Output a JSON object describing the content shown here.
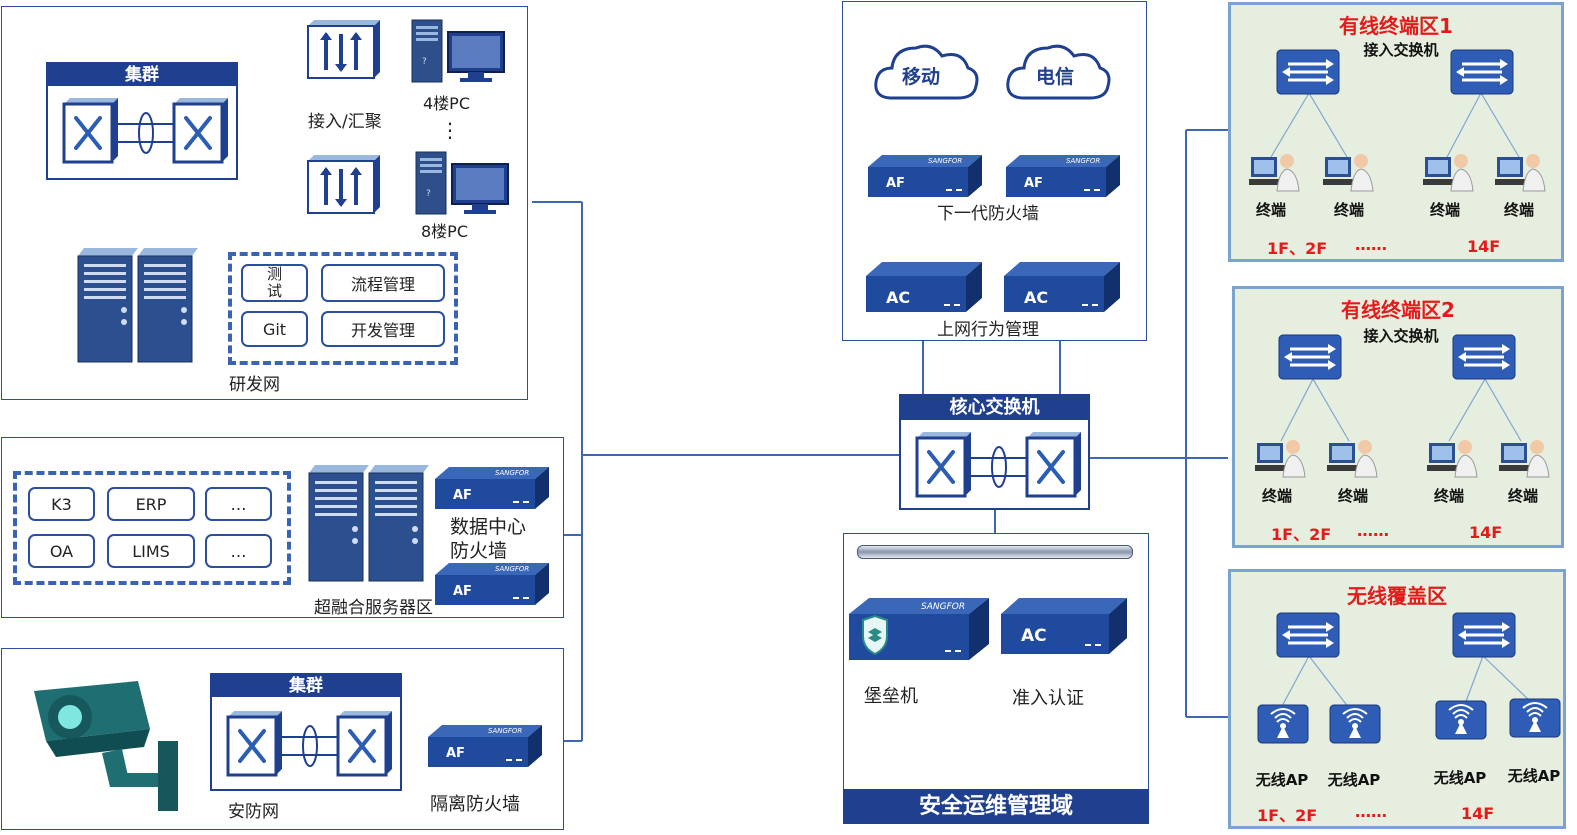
{
  "colors": {
    "accent": "#1f3f8f",
    "line": "#3e66b3",
    "zone_bg": "#e6efdf",
    "alert_red": "#e41b1b"
  },
  "rd_net": {
    "cluster_title": "集群",
    "access_label": "接入/汇聚",
    "pc4_label": "4楼PC",
    "ellipsis_v": "⋮",
    "pc8_label": "8楼PC",
    "services": [
      "测\n试",
      "流程管理",
      "Git",
      "开发管理"
    ],
    "zone_label": "研发网"
  },
  "server_zone": {
    "apps": [
      "K3",
      "ERP",
      "…",
      "OA",
      "LIMS",
      "…"
    ],
    "dc_fw_label": "数据中心\n防火墙",
    "zone_label": "超融合服务器区",
    "af_text": "AF"
  },
  "security_net": {
    "cluster_title": "集群",
    "zone_label": "安防网",
    "fw_label": "隔离防火墙",
    "af_text": "AF"
  },
  "internet": {
    "isp1": "移动",
    "isp2": "电信",
    "af_text": "AF",
    "ngfw_label": "下一代防火墙",
    "ac_text": "AC",
    "behavior_label": "上网行为管理"
  },
  "core": {
    "title": "核心交换机"
  },
  "ops": {
    "bastion_label": "堡垒机",
    "nac_label": "准入认证",
    "ac_text": "AC",
    "domain_label": "安全运维管理域"
  },
  "brand_text": "SANGFOR",
  "wired1": {
    "title": "有线终端区1",
    "switch_label": "接入交换机",
    "terminal": "终端",
    "floors_a": "1F、2F",
    "dots": "……",
    "floors_b": "14F"
  },
  "wired2": {
    "title": "有线终端区2",
    "switch_label": "接入交换机",
    "terminal": "终端",
    "floors_a": "1F、2F",
    "dots": "……",
    "floors_b": "14F"
  },
  "wireless": {
    "title": "无线覆盖区",
    "ap_label": "无线AP",
    "floors_a": "1F、2F",
    "dots": "……",
    "floors_b": "14F"
  }
}
